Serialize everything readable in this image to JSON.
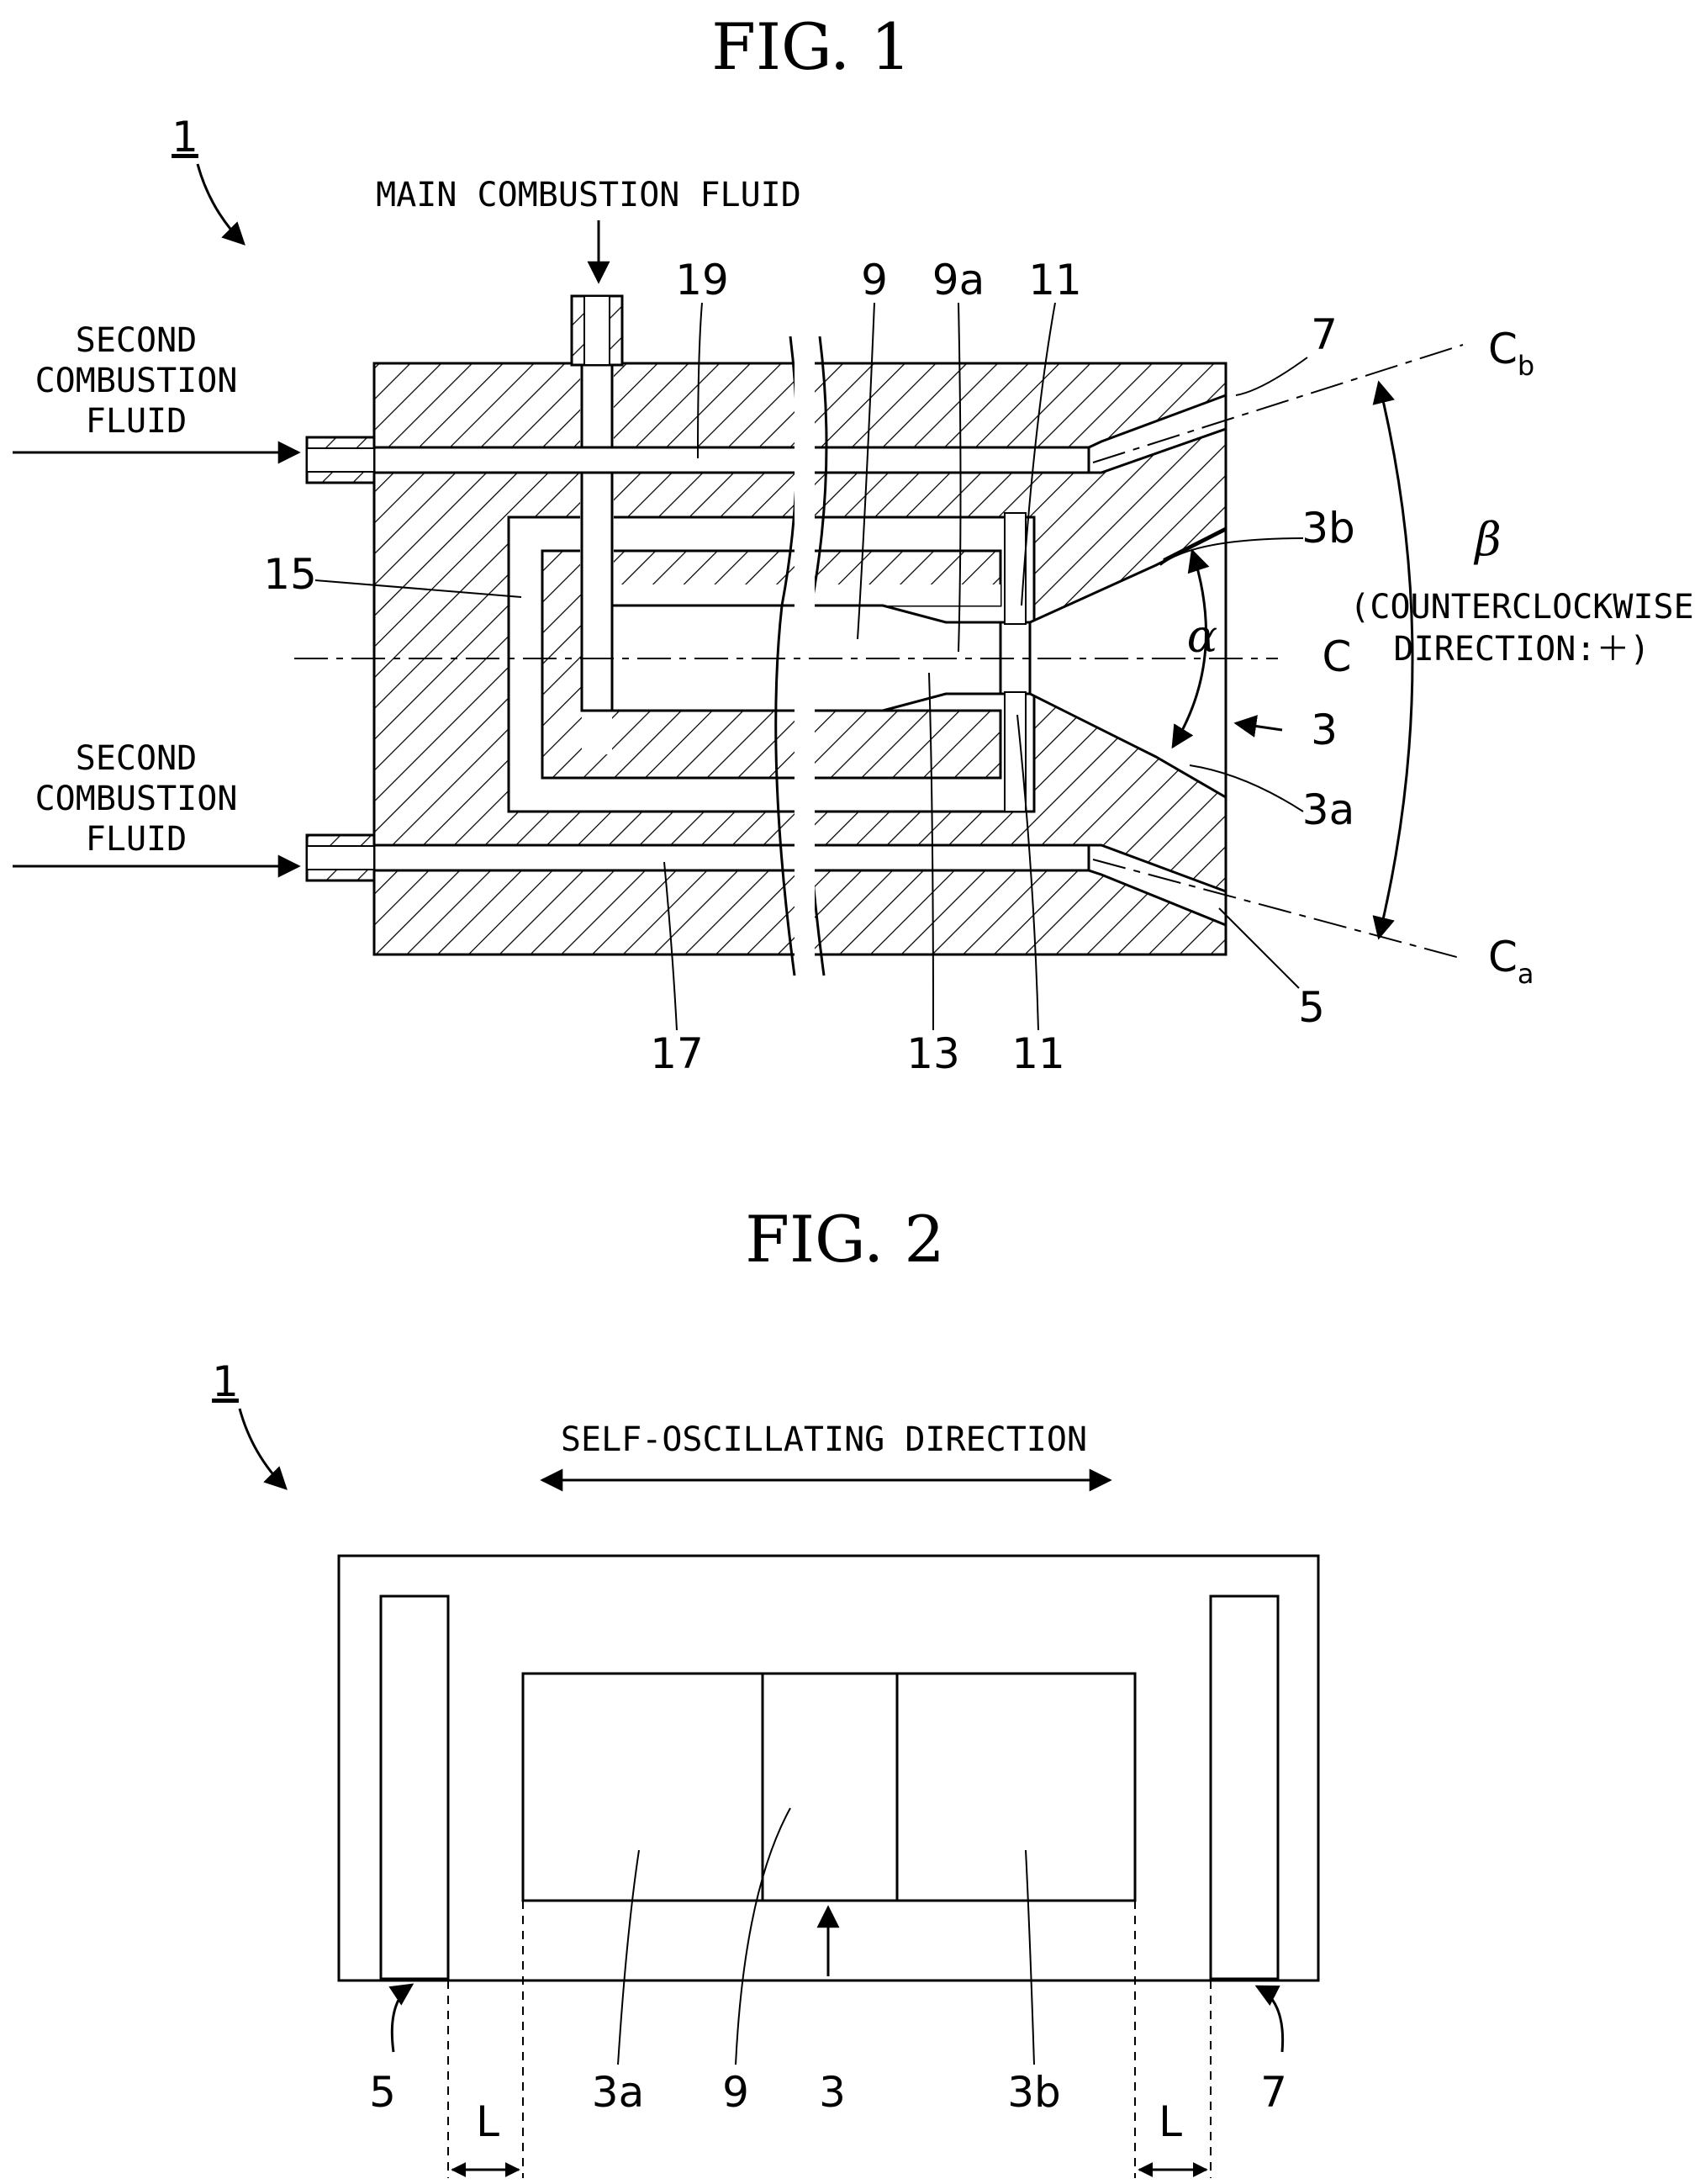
{
  "fig1": {
    "title": "FIG. 1",
    "device_ref": "1",
    "main_fluid_label": "MAIN COMBUSTION FLUID",
    "second_fluid_label_top": [
      "SECOND",
      "COMBUSTION",
      "FLUID"
    ],
    "second_fluid_label_bottom": [
      "SECOND",
      "COMBUSTION",
      "FLUID"
    ],
    "refs": {
      "r19": "19",
      "r9": "9",
      "r9a": "9a",
      "r11_top": "11",
      "r7": "7",
      "cb_main": "C",
      "cb_sub": "b",
      "r15": "15",
      "r3b": "3b",
      "beta": "β",
      "beta_note_line1": "(COUNTERCLOCKWISE",
      "beta_note_line2": "DIRECTION:＋)",
      "alpha": "α",
      "axis_c": "C",
      "r3": "3",
      "r3a": "3a",
      "r17": "17",
      "r13": "13",
      "r11_bottom": "11",
      "ca_main": "C",
      "ca_sub": "a",
      "r5": "5"
    }
  },
  "fig2": {
    "title": "FIG. 2",
    "device_ref": "1",
    "direction_label": "SELF-OSCILLATING DIRECTION",
    "bottom_labels": [
      "5",
      "L",
      "3a",
      "9",
      "3",
      "3b",
      "L",
      "7"
    ]
  }
}
